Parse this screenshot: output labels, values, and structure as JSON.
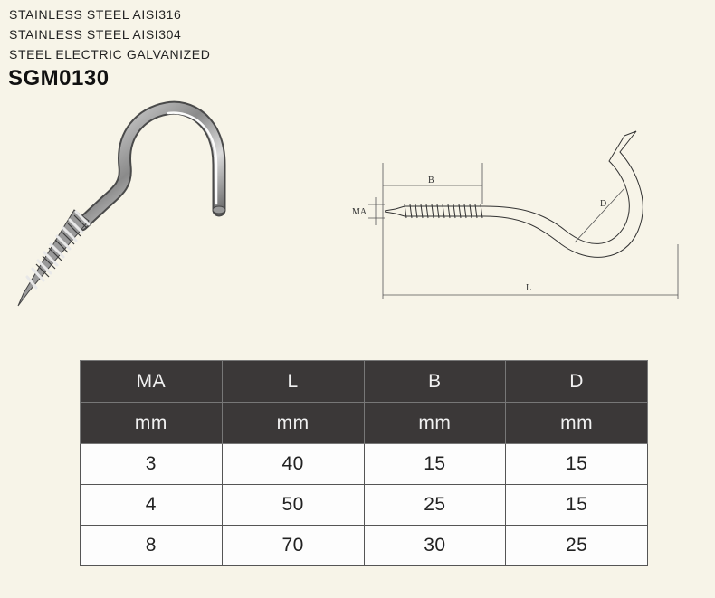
{
  "specs": [
    "STAINLESS  STEEL AISI316",
    "STAINLESS  STEEL AISI304",
    "STEEL ELECTRIC GALVANIZED"
  ],
  "product_code": "SGM0130",
  "diagram_labels": {
    "b": "B",
    "ma": "MA",
    "d": "D",
    "l": "L"
  },
  "table": {
    "headers": [
      "MA",
      "L",
      "B",
      "D"
    ],
    "units": [
      "mm",
      "mm",
      "mm",
      "mm"
    ],
    "rows": [
      [
        "3",
        "40",
        "15",
        "15"
      ],
      [
        "4",
        "50",
        "25",
        "15"
      ],
      [
        "8",
        "70",
        "30",
        "25"
      ]
    ]
  },
  "colors": {
    "background": "#f7f4e8",
    "header_bg": "#3b3838",
    "header_text": "#f1f1f1"
  }
}
